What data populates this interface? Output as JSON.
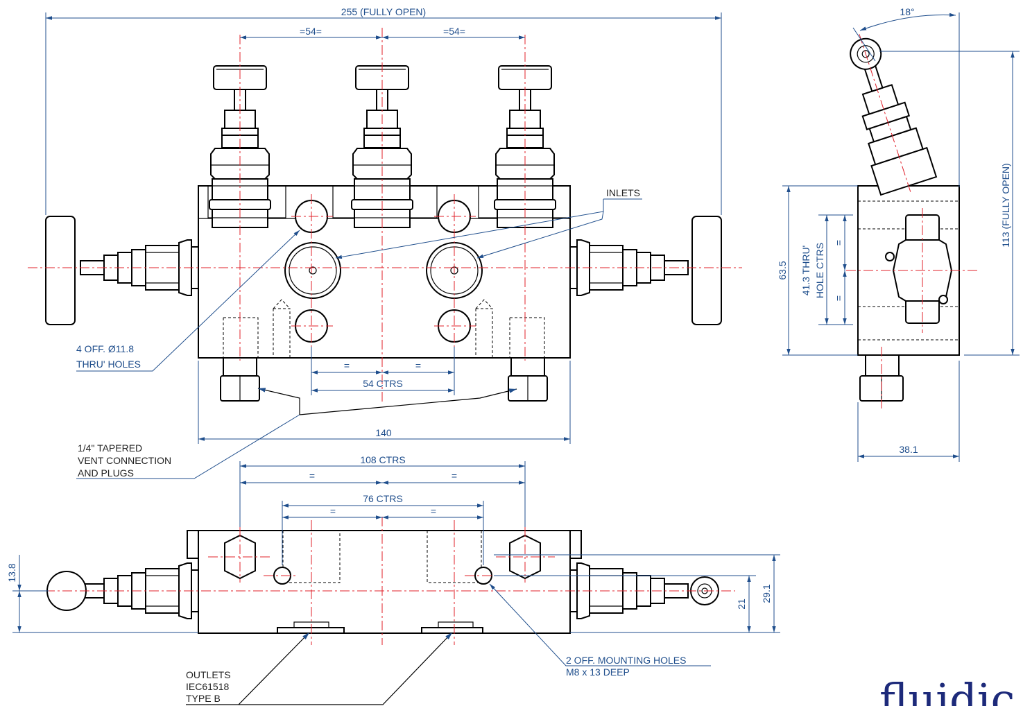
{
  "dimensions": {
    "overall_width": "255 (FULLY OPEN)",
    "spacing_left": "=54=",
    "spacing_right": "=54=",
    "half_left": "=",
    "half_right": "=",
    "ctrs_54": "54 CTRS",
    "body_width": "140",
    "ctrs_108": "108 CTRS",
    "ctrs_108_left": "=",
    "ctrs_108_right": "=",
    "ctrs_76": "76 CTRS",
    "ctrs_76_left": "=",
    "ctrs_76_right": "=",
    "height_13_8": "13.8",
    "height_21": "21",
    "height_29_1": "29.1",
    "angle": "18°",
    "height_113": "113 (FULLY OPEN)",
    "height_63_5": "63.5",
    "thru_hole_line1": "41.3  THRU'",
    "thru_hole_line2": "HOLE CTRS",
    "side_eq_top": "=",
    "side_eq_bottom": "=",
    "depth_38_1": "38.1"
  },
  "notes": {
    "inlets": "INLETS",
    "holes_line1": "4 OFF.  Ø11.8",
    "holes_line2": "THRU' HOLES",
    "vent_line1": "1/4\" TAPERED",
    "vent_line2": "VENT CONNECTION",
    "vent_line3": "AND PLUGS",
    "outlets_line1": "OUTLETS",
    "outlets_line2": "IEC61518",
    "outlets_line3": "TYPE B",
    "mount_line1": "2 OFF. MOUNTING HOLES",
    "mount_line2": "M8 x 13 DEEP"
  },
  "brand": "fluidic",
  "colors": {
    "outline": "#000000",
    "dimension": "#1f4e8c",
    "centerline": "#e0202a",
    "brand": "#1d2a7a"
  }
}
